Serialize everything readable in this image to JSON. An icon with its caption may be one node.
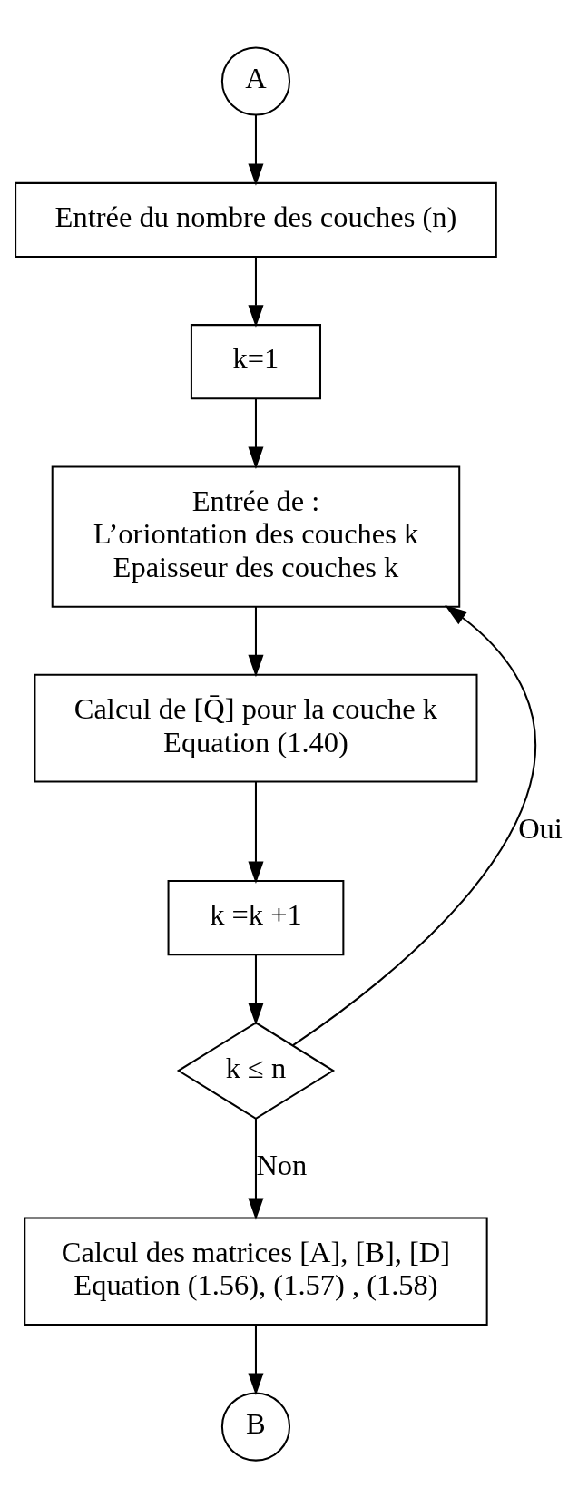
{
  "diagram": {
    "nodes": [
      {
        "text": [
          "A"
        ]
      },
      {
        "text": [
          "Entrée du nombre des couches (n)"
        ]
      },
      {
        "text": [
          "k=1"
        ]
      },
      {
        "text": [
          "Entrée de :",
          "L’oriontation des couches k",
          "Epaisseur des couches k"
        ]
      },
      {
        "text": [
          "Calcul de [Q̄] pour la couche k",
          "Equation (1.40)"
        ]
      },
      {
        "text": [
          "k =k +1"
        ]
      },
      {
        "text": [
          "k ≤ n"
        ]
      },
      {
        "text": [
          "Calcul des matrices [A], [B], [D]",
          "Equation (1.56), (1.57) , (1.58)"
        ]
      },
      {
        "text": [
          "B"
        ]
      }
    ],
    "edges": [
      {
        "from": 0,
        "to": 1,
        "arrow": "to"
      },
      {
        "from": 1,
        "to": 2,
        "arrow": "to"
      },
      {
        "from": 2,
        "to": 3,
        "arrow": "to"
      },
      {
        "from": 3,
        "to": 4,
        "arrow": "to"
      },
      {
        "from": 4,
        "to": 5,
        "arrow": "to"
      },
      {
        "from": 5,
        "to": 6,
        "arrow": "to"
      },
      {
        "from": 6,
        "to": 3,
        "arrow": "to",
        "label": "Oui"
      },
      {
        "from": 6,
        "to": 7,
        "arrow": "to",
        "label": "Non"
      },
      {
        "from": 7,
        "to": 8,
        "arrow": "to"
      }
    ]
  }
}
